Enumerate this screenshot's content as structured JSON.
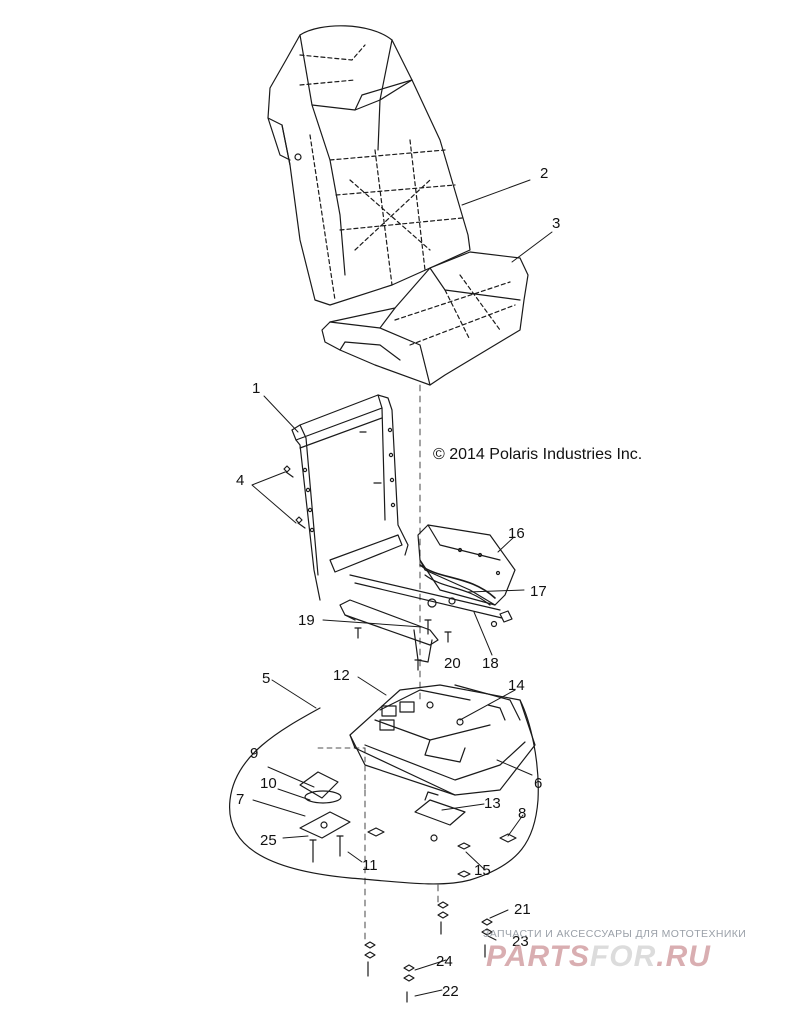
{
  "copyright": "© 2014 Polaris Industries Inc.",
  "watermark": {
    "tagline": "ЗАПЧАСТИ И АКСЕССУАРЫ ДЛЯ МОТОТЕХНИКИ",
    "logo_part1": "PARTS",
    "logo_part2": "FOR",
    "logo_part3": ".RU"
  },
  "callouts": [
    "1",
    "2",
    "3",
    "4",
    "5",
    "6",
    "7",
    "8",
    "9",
    "10",
    "11",
    "12",
    "13",
    "14",
    "15",
    "16",
    "17",
    "18",
    "19",
    "20",
    "21",
    "22",
    "23",
    "24",
    "25"
  ],
  "colors": {
    "line": "#1a1a1a",
    "watermark_red": "#d9aeb1",
    "watermark_gray": "#9aa0a8"
  }
}
